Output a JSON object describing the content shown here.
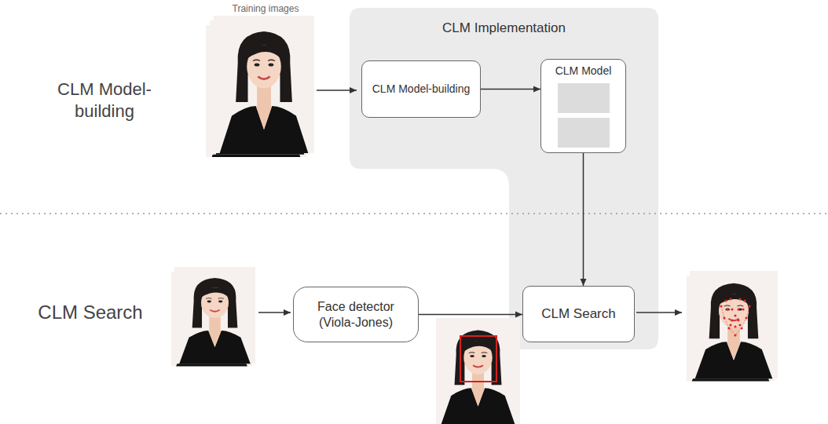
{
  "diagram": {
    "nodes": [
      {
        "text": [
          "CLM Implementation"
        ]
      },
      {
        "text": [
          "CLM Model-building"
        ],
        "in": 0
      },
      {
        "text": [
          "CLM Model"
        ],
        "in": 0
      },
      {
        "text": [
          "Face detector (Viola-Jones)"
        ]
      },
      {
        "text": [
          "CLM Search"
        ],
        "in": 0
      }
    ],
    "edges": [
      {
        "from": 1,
        "to": 2,
        "arrow": "to"
      },
      {
        "from": 2,
        "to": 4,
        "arrow": "to"
      },
      {
        "from": 3,
        "to": 4,
        "arrow": "to"
      }
    ],
    "labels": [
      "CLM Model-building",
      "CLM Search",
      "Training images"
    ]
  }
}
